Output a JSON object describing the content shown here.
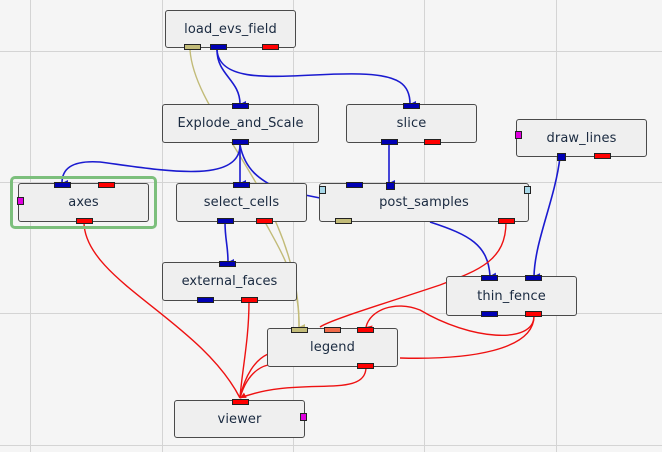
{
  "canvas": {
    "background": "#f5f5f5",
    "grid_color": "#d4d4d4"
  },
  "colors": {
    "field_port": "#0000b4",
    "render_port": "#ff0000",
    "olive_port": "#c2bb78",
    "salmon_port": "#f06a4a",
    "param_port": "#e000e0",
    "light_port": "#a8d8e8",
    "selection": "#7cbf7c"
  },
  "nodes": {
    "load_evs_field": {
      "label": "load_evs_field"
    },
    "explode_and_scale": {
      "label": "Explode_and_Scale"
    },
    "slice": {
      "label": "slice"
    },
    "draw_lines": {
      "label": "draw_lines"
    },
    "axes": {
      "label": "axes",
      "selected": true
    },
    "select_cells": {
      "label": "select_cells"
    },
    "post_samples": {
      "label": "post_samples"
    },
    "external_faces": {
      "label": "external_faces"
    },
    "thin_fence": {
      "label": "thin_fence"
    },
    "legend": {
      "label": "legend"
    },
    "viewer": {
      "label": "viewer"
    }
  },
  "connections": [
    {
      "from": "load_evs_field",
      "to": "explode_and_scale",
      "type": "field"
    },
    {
      "from": "load_evs_field",
      "to": "slice",
      "type": "field"
    },
    {
      "from": "load_evs_field",
      "to": "legend",
      "type": "olive"
    },
    {
      "from": "explode_and_scale",
      "to": "axes",
      "type": "field"
    },
    {
      "from": "explode_and_scale",
      "to": "select_cells",
      "type": "field"
    },
    {
      "from": "explode_and_scale",
      "to": "post_samples",
      "type": "field"
    },
    {
      "from": "slice",
      "to": "post_samples",
      "type": "field"
    },
    {
      "from": "select_cells",
      "to": "external_faces",
      "type": "field"
    },
    {
      "from": "select_cells",
      "to": "legend",
      "type": "olive"
    },
    {
      "from": "post_samples",
      "to": "thin_fence",
      "type": "field"
    },
    {
      "from": "draw_lines",
      "to": "thin_fence",
      "type": "field"
    },
    {
      "from": "post_samples",
      "to": "legend",
      "type": "render"
    },
    {
      "from": "thin_fence",
      "to": "legend",
      "type": "render"
    },
    {
      "from": "thin_fence",
      "to": "viewer",
      "type": "render"
    },
    {
      "from": "axes",
      "to": "viewer",
      "type": "render"
    },
    {
      "from": "external_faces",
      "to": "viewer",
      "type": "render"
    },
    {
      "from": "legend",
      "to": "viewer",
      "type": "render"
    }
  ]
}
